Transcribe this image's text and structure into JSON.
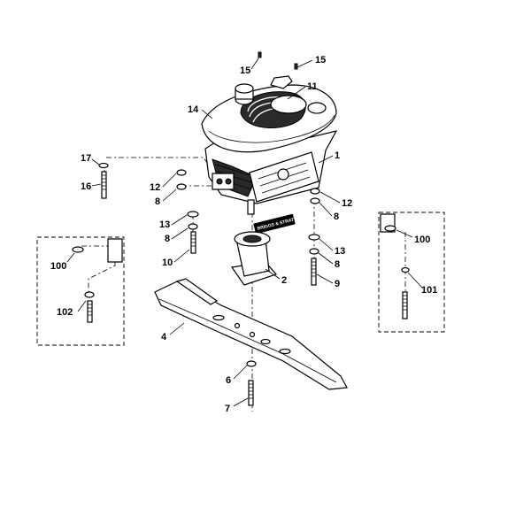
{
  "engine": {
    "brand_badge": "BRIGGS & STRATTON"
  },
  "callouts": {
    "c15a": "15",
    "c15b": "15",
    "c11": "11",
    "c14": "14",
    "c1": "1",
    "c17": "17",
    "c16": "16",
    "c12a": "12",
    "c8a": "8",
    "c12b": "12",
    "c8b": "8",
    "c13a": "13",
    "c8c": "8",
    "c10": "10",
    "c13b": "13",
    "c8d": "8",
    "c9": "9",
    "c2": "2",
    "c100a": "100",
    "c102": "102",
    "c100b": "100",
    "c101": "101",
    "c4": "4",
    "c6": "6",
    "c7": "7"
  }
}
